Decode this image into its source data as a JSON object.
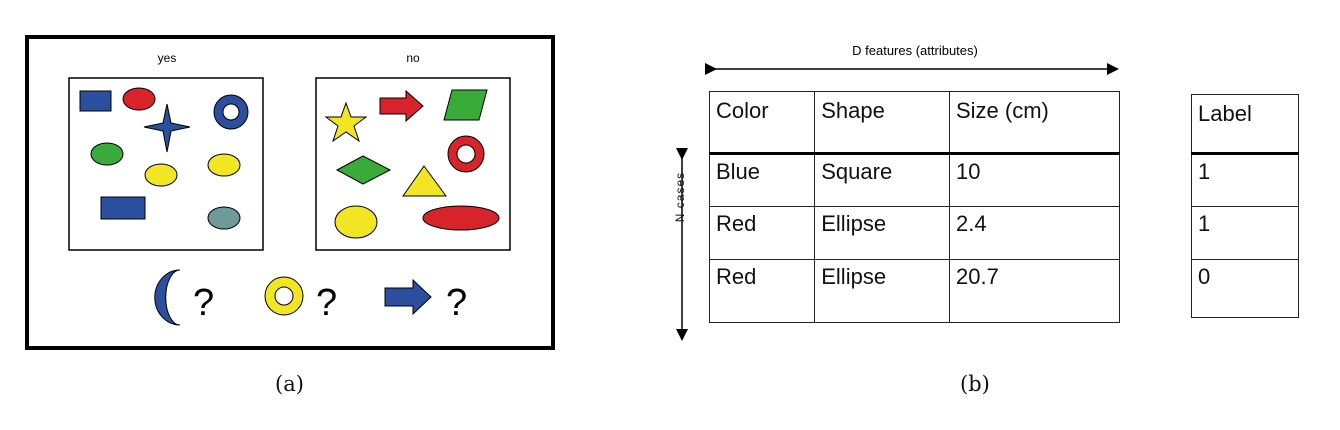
{
  "panel_a": {
    "yes_label": "yes",
    "no_label": "no",
    "question_mark": "?",
    "caption": "(a)",
    "icons": [
      "blue-square-icon",
      "red-ellipse-icon",
      "blue-star-icon",
      "blue-ring-icon",
      "green-ellipse-icon",
      "yellow-ellipse-icon",
      "blue-rectangle-icon",
      "gray-ellipse-icon",
      "yellow-star-icon",
      "red-arrow-icon",
      "green-parallelogram-icon",
      "green-diamond-icon",
      "yellow-triangle-icon",
      "red-ring-icon",
      "yellow-circle-icon",
      "red-ellipse-icon",
      "blue-crescent-icon",
      "yellow-ring-icon",
      "blue-arrow-icon"
    ],
    "colors": {
      "blue": "#2b4f9e",
      "red": "#d7242a",
      "green": "#3aaa3a",
      "yellow": "#f2e524",
      "gray": "#6f9a9a"
    }
  },
  "panel_b": {
    "features_label": "D features (attributes)",
    "cases_label": "N  cases",
    "caption": "(b)",
    "table": {
      "headers": [
        "Color",
        "Shape",
        "Size (cm)"
      ],
      "rows": [
        [
          "Blue",
          "Square",
          "10"
        ],
        [
          "Red",
          "Ellipse",
          "2.4"
        ],
        [
          "Red",
          "Ellipse",
          "20.7"
        ]
      ]
    },
    "labels": {
      "header": "Label",
      "values": [
        "1",
        "1",
        "0"
      ]
    }
  }
}
